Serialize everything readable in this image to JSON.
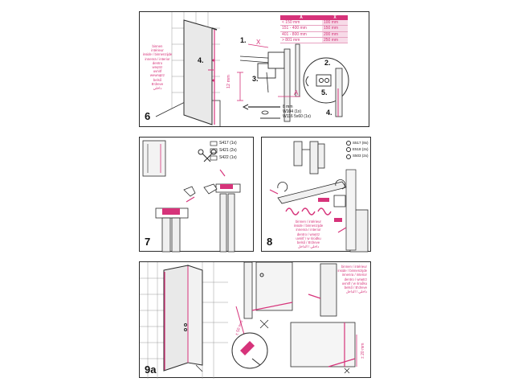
{
  "panel6": {
    "step": "6",
    "inside_text": [
      "binnen",
      "intérieur",
      "inside / binnenzijde",
      "innenra / interior",
      "dentro",
      "wnętrz",
      "uvnitř",
      "wewnątrz",
      "belső",
      "B'dreve",
      "داخلي"
    ],
    "callouts": [
      "1.",
      "2.",
      "3.",
      "4.",
      "4.",
      "5."
    ],
    "dim_x": "X",
    "dim_a": "A",
    "dim_vertical": "12 mm",
    "table": {
      "headers": [
        "A",
        "X"
      ],
      "rows": [
        [
          "< 150 mm",
          "100 mm"
        ],
        [
          "151 - 400 mm",
          "150 mm"
        ],
        [
          "401 - 800 mm",
          "200 mm"
        ],
        [
          "> 801 mm",
          "250 mm"
        ]
      ]
    },
    "parts": [
      "8 mm",
      "W104 (1x)",
      "W116 5x60 (1x)"
    ]
  },
  "panel7": {
    "step": "7",
    "parts": [
      "S417 (1x)",
      "S421 (2x)",
      "S422 (1x)"
    ]
  },
  "panel8": {
    "step": "8",
    "parts": [
      "S517 (8x)",
      "E518 (2x)",
      "S503 (2x)"
    ],
    "inside_text": [
      "binnen / intérieur",
      "inside / binnenzijde",
      "innenra / interior",
      "dentro / wnętrz",
      "uvnitř / w środku",
      "belső / B'dreve",
      "داخلي / الداخل"
    ]
  },
  "panel9a": {
    "step": "9a",
    "inside_text": [
      "binnen / intérieur",
      "inside / binnenzijde",
      "innenra / interior",
      "dentro / wnętrz",
      "uvnitř / w środku",
      "belső / B'dreve",
      "داخلي / الداخل"
    ],
    "dim_left": "± 50 mm",
    "dim_right": "± 20 mm"
  },
  "colors": {
    "accent": "#d6337a",
    "line": "#2b2b2b",
    "glass": "#e6e6e6"
  }
}
